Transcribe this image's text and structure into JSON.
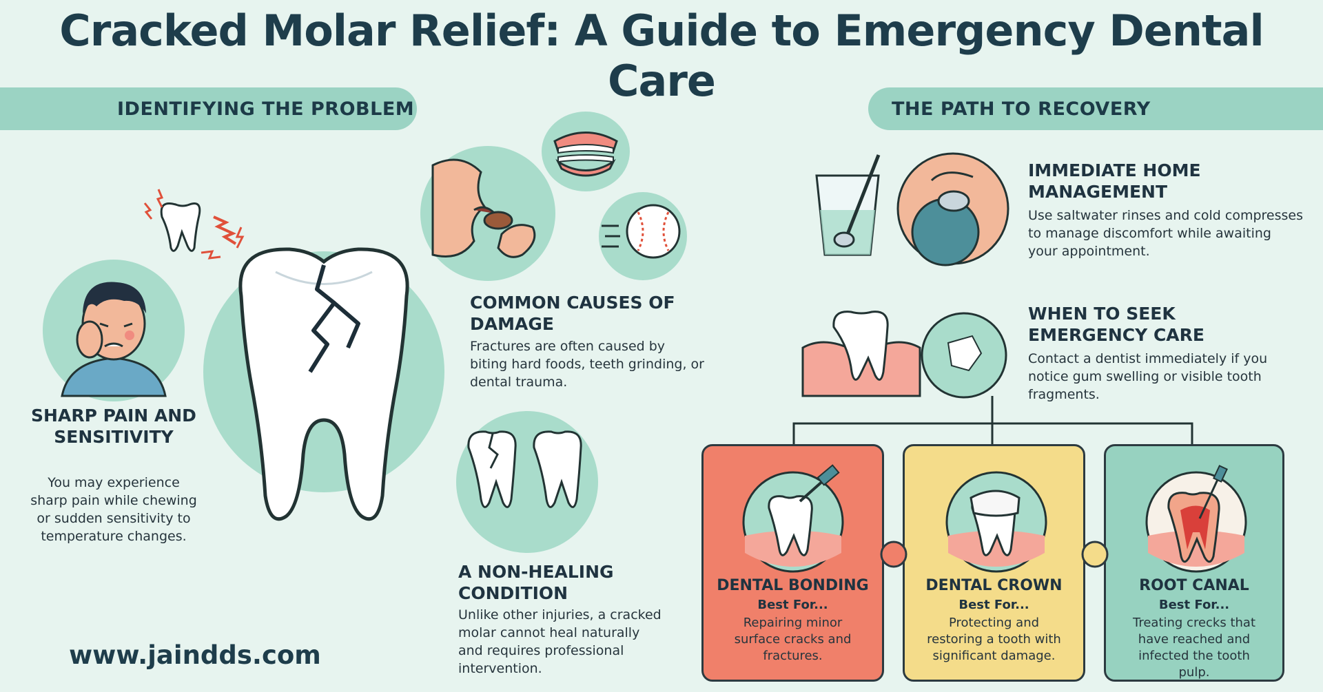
{
  "title": "Cracked Molar Relief: A Guide to Emergency Dental Care",
  "sections": {
    "left_banner": "IDENTIFYING THE PROBLEM",
    "right_banner": "THE PATH TO RECOVERY"
  },
  "pain": {
    "heading": "SHARP PAIN AND SENSITIVITY",
    "body": "You may experience sharp pain while chewing or sudden sensitivity to temperature changes."
  },
  "causes": {
    "heading": "COMMON CAUSES OF DAMAGE",
    "body": "Fractures are often caused by biting hard foods, teeth grinding, or dental trauma."
  },
  "nonhealing": {
    "heading": "A NON-HEALING CONDITION",
    "body": "Unlike other injuries, a cracked molar cannot heal naturally and requires professional intervention."
  },
  "home": {
    "heading": "IMMEDIATE HOME MANAGEMENT",
    "body": "Use saltwater rinses and cold compresses to manage discomfort while awaiting your appointment."
  },
  "emergency": {
    "heading": "WHEN TO SEEK EMERGENCY CARE",
    "body": "Contact a dentist immediately if you notice gum swelling or visible tooth fragments."
  },
  "treatments": [
    {
      "title": "DENTAL BONDING",
      "sub": "Best For...",
      "body": "Repairing minor surface cracks and fractures."
    },
    {
      "title": "DENTAL CROWN",
      "sub": "Best For...",
      "body": "Protecting and restoring a tooth with significant damage."
    },
    {
      "title": "ROOT CANAL",
      "sub": "Best For...",
      "body": "Treating crecks that have reached and infected the tooth pulp."
    }
  ],
  "website": "www.jaindds.com",
  "icons": {
    "person_pain": "person-toothache-icon",
    "cracked_tooth": "cracked-molar-icon",
    "biting": "biting-hard-food-icon",
    "grinding": "teeth-grinding-icon",
    "baseball": "baseball-trauma-icon",
    "teeth_compare": "cracked-vs-healthy-teeth-icon",
    "glass": "saltwater-glass-icon",
    "compress": "ice-pack-icon",
    "gum_tooth": "swollen-gum-tooth-icon",
    "fragment": "tooth-fragment-icon",
    "bonding": "bonding-tool-icon",
    "crown": "crown-tooth-icon",
    "root": "root-canal-icon"
  },
  "colors": {
    "background": "#e7f4ef",
    "banner": "#9bd3c3",
    "bonding": "#f0806a",
    "crown": "#f4dc8a",
    "root_canal": "#97d2c0",
    "circle": "#a9dccb"
  }
}
